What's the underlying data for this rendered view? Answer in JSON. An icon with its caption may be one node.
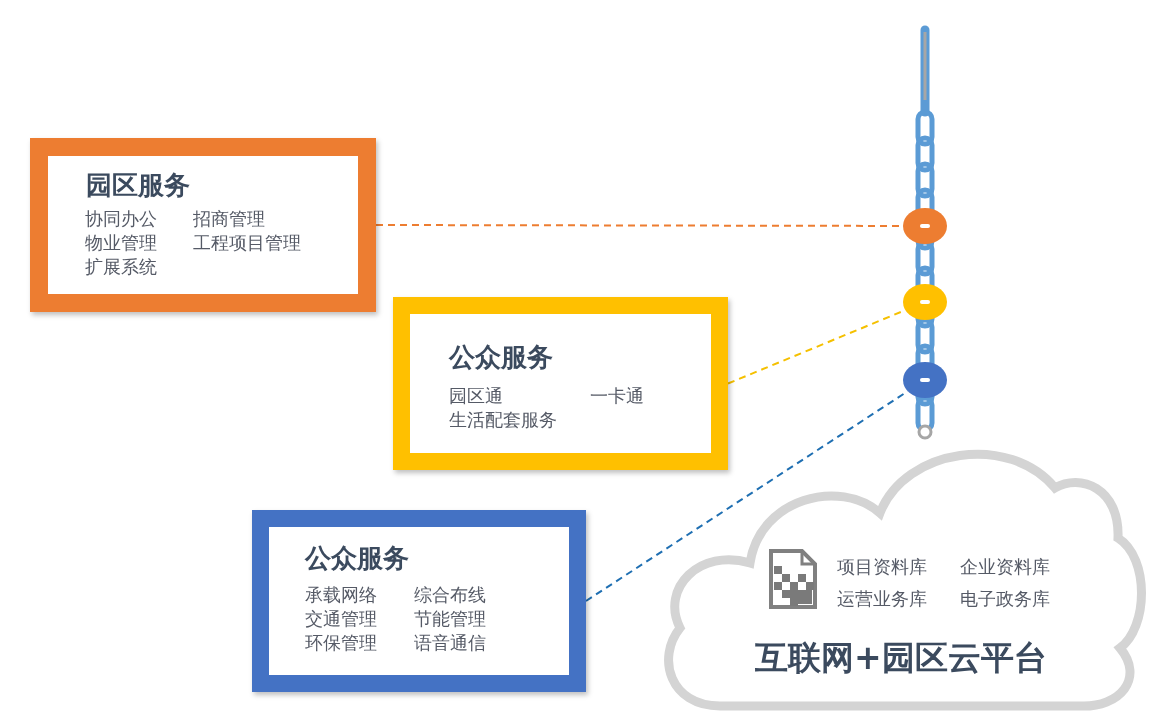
{
  "diagram": {
    "nodes": [
      {
        "text": [
          "园区服务",
          "协同办公",
          "招商管理",
          "物业管理",
          "工程项目管理",
          "扩展系统"
        ]
      },
      {
        "text": [
          "公众服务",
          "园区通",
          "一卡通",
          "生活配套服务"
        ]
      },
      {
        "text": [
          "公众服务",
          "承载网络",
          "综合布线",
          "交通管理",
          "节能管理",
          "环保管理",
          "语音通信"
        ]
      },
      {
        "text": [
          "项目资料库",
          "企业资料库",
          "运营业务库",
          "电子政务库",
          "互联网+园区云平台"
        ]
      },
      {
        "text": [],
        "shape": "circle"
      },
      {
        "text": [],
        "shape": "circle"
      },
      {
        "text": [],
        "shape": "circle"
      }
    ],
    "edges": [
      {
        "from": 0,
        "to": 4,
        "arrow": "none",
        "style": "dashed",
        "color": "#ed7d31"
      },
      {
        "from": 1,
        "to": 5,
        "arrow": "none",
        "style": "dashed",
        "color": "#f5c000"
      },
      {
        "from": 2,
        "to": 6,
        "arrow": "none",
        "style": "dashed",
        "color": "#1f6fb2"
      }
    ]
  }
}
